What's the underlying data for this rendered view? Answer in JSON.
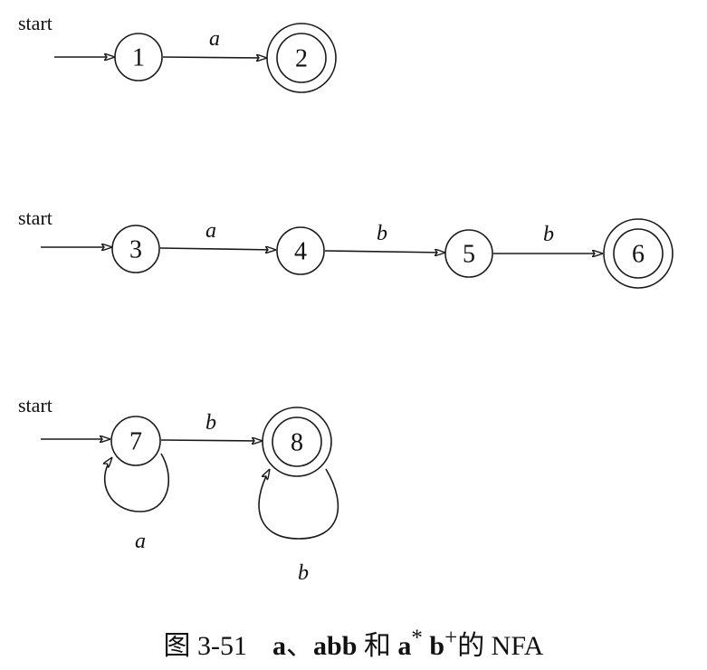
{
  "diagram": {
    "nfas": [
      {
        "id": "nfa-a",
        "start_label": "start",
        "states": [
          {
            "id": "1",
            "label": "1",
            "accepting": false
          },
          {
            "id": "2",
            "label": "2",
            "accepting": true
          }
        ],
        "transitions": [
          {
            "from": "1",
            "to": "2",
            "symbol": "a"
          }
        ]
      },
      {
        "id": "nfa-abb",
        "start_label": "start",
        "states": [
          {
            "id": "3",
            "label": "3",
            "accepting": false
          },
          {
            "id": "4",
            "label": "4",
            "accepting": false
          },
          {
            "id": "5",
            "label": "5",
            "accepting": false
          },
          {
            "id": "6",
            "label": "6",
            "accepting": true
          }
        ],
        "transitions": [
          {
            "from": "3",
            "to": "4",
            "symbol": "a"
          },
          {
            "from": "4",
            "to": "5",
            "symbol": "b"
          },
          {
            "from": "5",
            "to": "6",
            "symbol": "b"
          }
        ]
      },
      {
        "id": "nfa-astar-bplus",
        "start_label": "start",
        "states": [
          {
            "id": "7",
            "label": "7",
            "accepting": false
          },
          {
            "id": "8",
            "label": "8",
            "accepting": true
          }
        ],
        "transitions": [
          {
            "from": "7",
            "to": "7",
            "symbol": "a"
          },
          {
            "from": "7",
            "to": "8",
            "symbol": "b"
          },
          {
            "from": "8",
            "to": "8",
            "symbol": "b"
          }
        ]
      }
    ]
  },
  "caption": {
    "figure_number": "图 3-51",
    "part1": "a",
    "sep": "、",
    "part2": "abb",
    "conj": " 和 ",
    "part3a": "a",
    "star": "*",
    "part3b": " b",
    "plus": "+",
    "suffix": "的 NFA"
  }
}
